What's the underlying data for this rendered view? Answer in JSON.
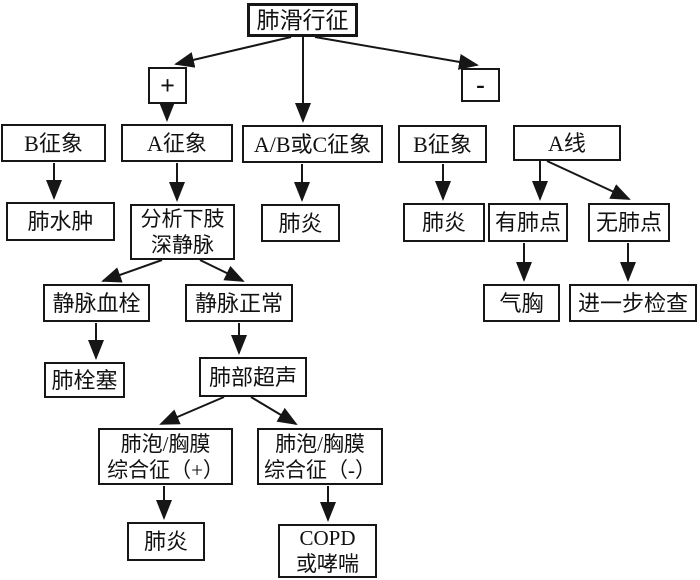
{
  "diagram": {
    "background_color": "#ffffff",
    "line_color": "#161616",
    "nodes": [
      {
        "id": "lung-sliding-sign",
        "label": "肺滑行征"
      },
      {
        "id": "plus",
        "label": "+"
      },
      {
        "id": "minus",
        "label": "-"
      },
      {
        "id": "b-sign-left",
        "label": "B征象"
      },
      {
        "id": "a-sign",
        "label": "A征象"
      },
      {
        "id": "ab-or-c-sign",
        "label": "A/B或C征象"
      },
      {
        "id": "b-sign-right",
        "label": "B征象"
      },
      {
        "id": "a-line",
        "label": "A线"
      },
      {
        "id": "pulmonary-edema",
        "label": "肺水肿"
      },
      {
        "id": "analyze-leg-deep-vein",
        "label": "分析下肢\n深静脉"
      },
      {
        "id": "pneumonia-mid",
        "label": "肺炎"
      },
      {
        "id": "pneumonia-right",
        "label": "肺炎"
      },
      {
        "id": "lung-point-present",
        "label": "有肺点"
      },
      {
        "id": "lung-point-absent",
        "label": "无肺点"
      },
      {
        "id": "pneumothorax",
        "label": "气胸"
      },
      {
        "id": "further-examination",
        "label": "进一步检查"
      },
      {
        "id": "venous-thrombosis",
        "label": "静脉血栓"
      },
      {
        "id": "veins-normal",
        "label": "静脉正常"
      },
      {
        "id": "pulmonary-embolism",
        "label": "肺栓塞"
      },
      {
        "id": "lung-ultrasound",
        "label": "肺部超声"
      },
      {
        "id": "alveolar-pleural-pos",
        "label": "肺泡/胸膜\n综合征（+）"
      },
      {
        "id": "alveolar-pleural-neg",
        "label": "肺泡/胸膜\n综合征（-）"
      },
      {
        "id": "pneumonia-bottom",
        "label": "肺炎"
      },
      {
        "id": "copd-or-asthma",
        "label": "COPD\n或哮喘"
      }
    ],
    "edges": [
      {
        "from": "lung-sliding-sign",
        "to": "plus"
      },
      {
        "from": "lung-sliding-sign",
        "to": "ab-or-c-sign"
      },
      {
        "from": "lung-sliding-sign",
        "to": "minus"
      },
      {
        "from": "plus",
        "to": "a-sign"
      },
      {
        "from": "b-sign-left",
        "to": "pulmonary-edema"
      },
      {
        "from": "a-sign",
        "to": "analyze-leg-deep-vein"
      },
      {
        "from": "ab-or-c-sign",
        "to": "pneumonia-mid"
      },
      {
        "from": "b-sign-right",
        "to": "pneumonia-right"
      },
      {
        "from": "a-line",
        "to": "lung-point-present"
      },
      {
        "from": "a-line",
        "to": "lung-point-absent"
      },
      {
        "from": "lung-point-present",
        "to": "pneumothorax"
      },
      {
        "from": "lung-point-absent",
        "to": "further-examination"
      },
      {
        "from": "analyze-leg-deep-vein",
        "to": "venous-thrombosis"
      },
      {
        "from": "analyze-leg-deep-vein",
        "to": "veins-normal"
      },
      {
        "from": "venous-thrombosis",
        "to": "pulmonary-embolism"
      },
      {
        "from": "veins-normal",
        "to": "lung-ultrasound"
      },
      {
        "from": "lung-ultrasound",
        "to": "alveolar-pleural-pos"
      },
      {
        "from": "lung-ultrasound",
        "to": "alveolar-pleural-neg"
      },
      {
        "from": "alveolar-pleural-pos",
        "to": "pneumonia-bottom"
      },
      {
        "from": "alveolar-pleural-neg",
        "to": "copd-or-asthma"
      }
    ]
  }
}
